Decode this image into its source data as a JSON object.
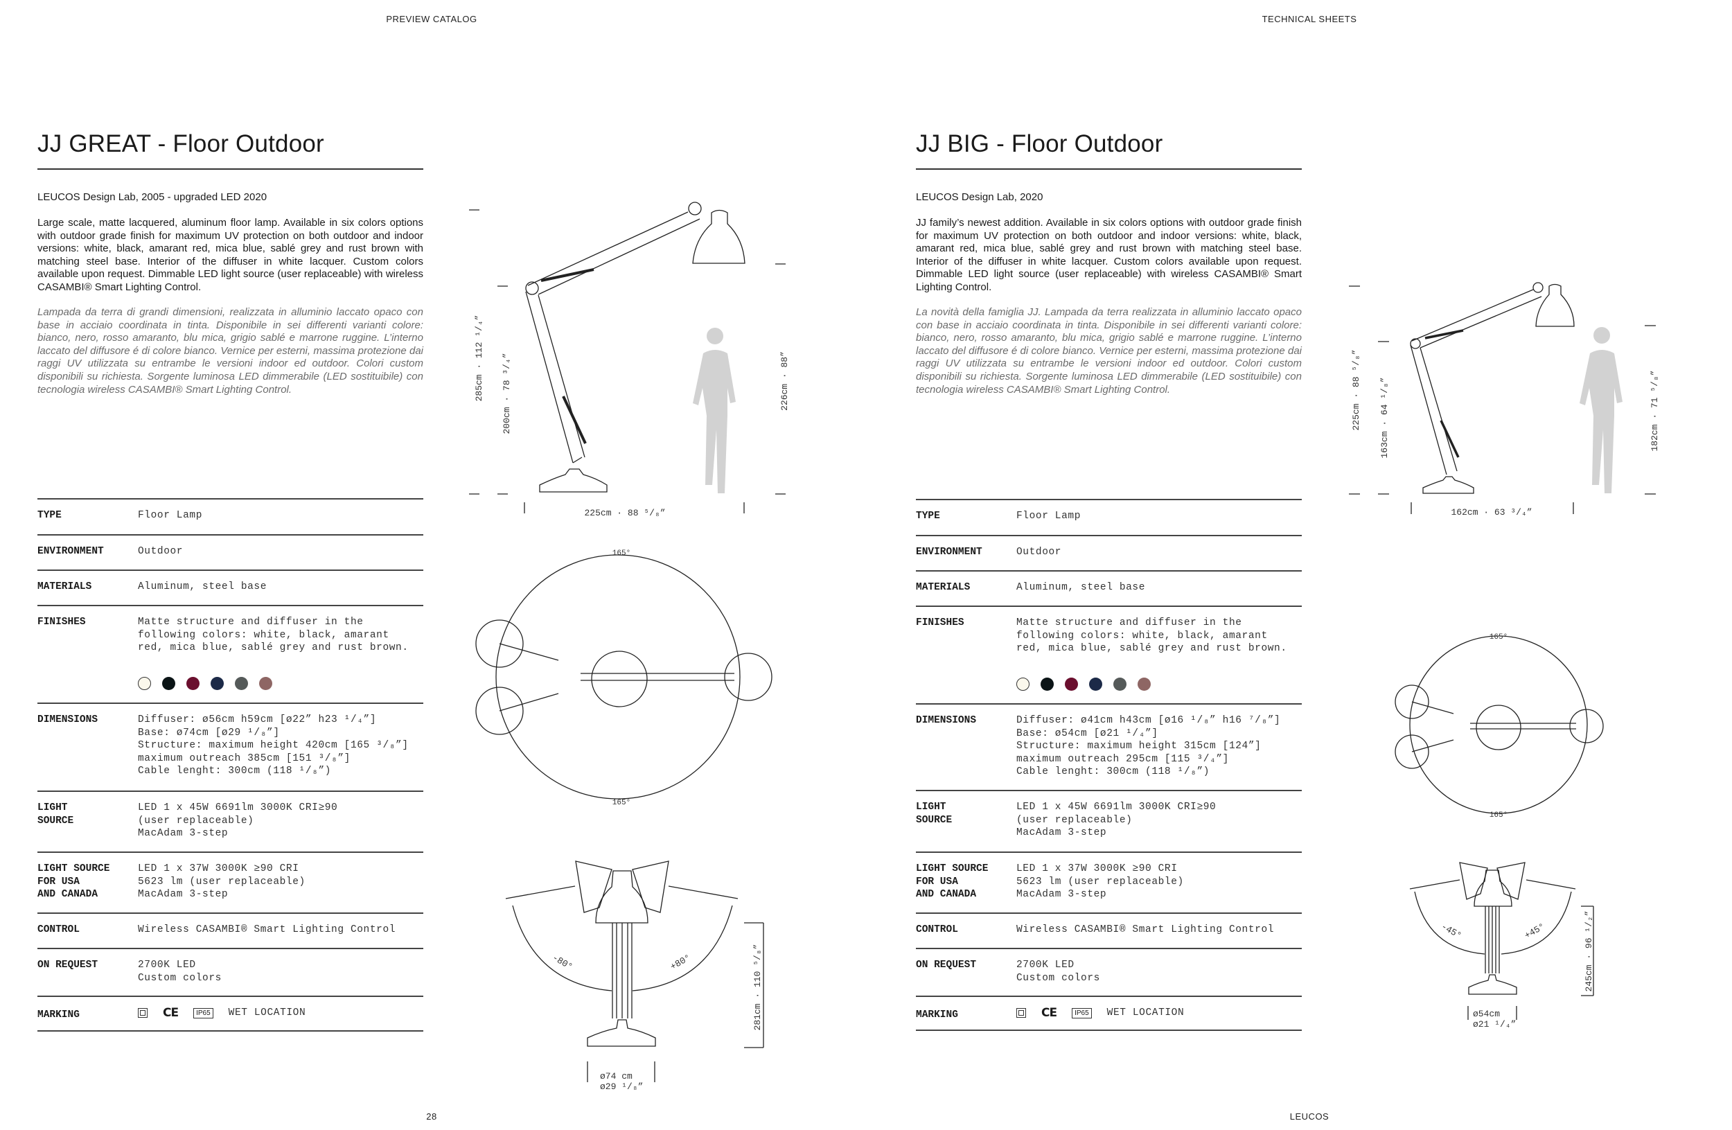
{
  "header": {
    "left": "PREVIEW CATALOG",
    "right": "TECHNICAL SHEETS"
  },
  "footer": {
    "page_number": "28",
    "brand": "LEUCOS"
  },
  "products": [
    {
      "title": "JJ GREAT - Floor Outdoor",
      "subtitle": "LEUCOS Design Lab, 2005 - upgraded LED 2020",
      "description_en": "Large scale, matte lacquered, aluminum floor lamp. Available in six colors options with outdoor grade finish for maximum UV protection on both outdoor and indoor versions: white, black, amarant red, mica blue, sablé grey and rust brown with matching steel base. Interior of the diffuser in white lacquer. Custom colors available upon request. Dimmable LED light source (user replaceable) with wireless CASAMBI® Smart Lighting Control.",
      "description_it": "Lampada da terra di grandi dimensioni, realizzata in alluminio laccato opaco con base in acciaio coordinata in tinta. Disponibile in sei differenti varianti colore: bianco, nero, rosso amaranto, blu mica, grigio sablé e marrone ruggine. L’interno laccato del diffusore é di colore bianco. Vernice per esterni, massima protezione dai raggi UV utilizzata su entrambe le versioni indoor ed outdoor. Colori custom disponibili su richiesta. Sorgente luminosa LED dimmerabile (LED sostituibile) con tecnologia wireless CASAMBI® Smart Lighting Control.",
      "specs": [
        {
          "label": "TYPE",
          "value": "Floor Lamp"
        },
        {
          "label": "ENVIRONMENT",
          "value": "Outdoor"
        },
        {
          "label": "MATERIALS",
          "value": "Aluminum, steel base"
        },
        {
          "label": "FINISHES",
          "value": "Matte structure and diffuser in the\nfollowing colors: white, black, amarant\nred, mica blue, sablé grey and rust brown."
        },
        {
          "label": "DIMENSIONS",
          "value": "Diffuser: ø56cm h59cm [ø22” h23 ¹/₄”]\nBase: ø74cm [ø29 ¹/₈”]\nStructure: maximum height 420cm [165 ³/₈”]\nmaximum outreach 385cm [151 ³/₈”]\nCable lenght: 300cm (118 ¹/₈”)"
        },
        {
          "label": "LIGHT\nSOURCE",
          "value": "LED 1 x 45W 6691lm 3000K CRI≥90\n(user replaceable)\nMacAdam 3-step"
        },
        {
          "label": "LIGHT SOURCE\nFOR USA\nAND CANADA",
          "value": "LED 1 x 37W 3000K ≥90 CRI\n5623 lm (user replaceable)\nMacAdam 3-step"
        },
        {
          "label": "CONTROL",
          "value": "Wireless CASAMBI® Smart Lighting Control"
        },
        {
          "label": "ON REQUEST",
          "value": "2700K LED\nCustom colors"
        },
        {
          "label": "MARKING",
          "value": "WET LOCATION"
        }
      ],
      "marking": {
        "ce": "CE",
        "ip": "IP65"
      },
      "finish_colors": [
        "#fbf8ec",
        "#0b1416",
        "#6b0f2e",
        "#1c2a48",
        "#555a59",
        "#8e6664"
      ],
      "drawing": {
        "total_height": "285cm · 112 ¹/₄”",
        "arm_height": "200cm · 78 ³/₄”",
        "head_height": "226cm · 88”",
        "outreach": "225cm · 88 ⁵/₈”",
        "rotation_top": "165°",
        "rotation_bottom": "165°",
        "tilt_left": "-80°",
        "tilt_right": "+80°",
        "front_height": "281cm · 110 ⁵/₈”",
        "base_cm": "ø74  cm",
        "base_in": "ø29 ¹/₈”"
      }
    },
    {
      "title": "JJ BIG - Floor Outdoor",
      "subtitle": "LEUCOS Design Lab, 2020",
      "description_en": "JJ family’s newest addition. Available in six colors options with outdoor grade finish for maximum UV protection on both outdoor and indoor versions: white, black, amarant red, mica blue, sablé grey and rust brown with matching steel base. Interior of the diffuser in white lacquer. Custom colors available upon request. Dimmable LED light source (user replaceable) with wireless CASAMBI® Smart Lighting Control.",
      "description_it": "La novità della famiglia JJ. Lampada da terra realizzata in alluminio laccato opaco con base in acciaio coordinata in tinta. Disponibile in sei differenti varianti colore: bianco, nero, rosso amaranto, blu mica, grigio sablé e marrone ruggine. L’interno laccato del diffusore é di colore bianco. Vernice per esterni, massima protezione dai raggi UV utilizzata su entrambe le versioni indoor ed outdoor. Colori custom disponibili su richiesta. Sorgente luminosa LED dimmerabile (LED sostituibile) con tecnologia wireless CASAMBI® Smart Lighting Control.",
      "specs": [
        {
          "label": "TYPE",
          "value": "Floor Lamp"
        },
        {
          "label": "ENVIRONMENT",
          "value": "Outdoor"
        },
        {
          "label": "MATERIALS",
          "value": "Aluminum, steel base"
        },
        {
          "label": "FINISHES",
          "value": "Matte structure and diffuser in the\nfollowing colors: white, black, amarant\nred, mica blue, sablé grey and rust brown."
        },
        {
          "label": "DIMENSIONS",
          "value": "Diffuser: ø41cm h43cm [ø16 ¹/₈” h16 ⁷/₈”]\nBase: ø54cm [ø21 ¹/₄”]\nStructure: maximum height 315cm [124”]\nmaximum outreach 295cm [115 ³/₄”]\nCable lenght: 300cm (118 ¹/₈”)"
        },
        {
          "label": "LIGHT\nSOURCE",
          "value": "LED 1 x 45W 6691lm 3000K CRI≥90\n(user replaceable)\nMacAdam 3-step"
        },
        {
          "label": "LIGHT SOURCE\nFOR USA\nAND CANADA",
          "value": "LED 1 x 37W 3000K ≥90 CRI\n5623 lm (user replaceable)\nMacAdam 3-step"
        },
        {
          "label": "CONTROL",
          "value": "Wireless CASAMBI® Smart Lighting Control"
        },
        {
          "label": "ON REQUEST",
          "value": "2700K LED\nCustom colors"
        },
        {
          "label": "MARKING",
          "value": "WET LOCATION"
        }
      ],
      "marking": {
        "ce": "CE",
        "ip": "IP65"
      },
      "finish_colors": [
        "#fbf8ec",
        "#0b1416",
        "#6b0f2e",
        "#1c2a48",
        "#555a59",
        "#8e6664"
      ],
      "drawing": {
        "total_height": "225cm · 88 ⁵/₈”",
        "arm_height": "163cm · 64 ¹/₈”",
        "head_height": "182cm · 71 ⁵/₈”",
        "outreach": "162cm · 63 ³/₄”",
        "rotation_top": "165°",
        "rotation_bottom": "165°",
        "tilt_left": "-45°",
        "tilt_right": "+45°",
        "front_height": "245cm · 96 ¹/₂”",
        "base_cm": "ø54cm",
        "base_in": "ø21 ¹/₄”"
      }
    }
  ]
}
